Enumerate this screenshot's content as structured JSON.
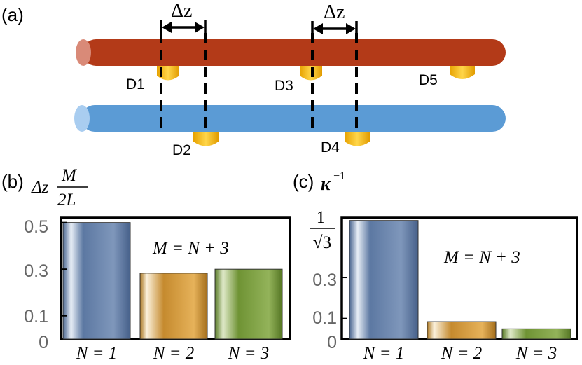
{
  "panel_a": {
    "label": "(a)",
    "delta_label": "Δz",
    "detectors": [
      "D1",
      "D2",
      "D3",
      "D4",
      "D5"
    ],
    "colors": {
      "top_fiber": "#b33a18",
      "top_cap": "#d98a78",
      "bottom_fiber": "#5b9bd5",
      "bottom_cap": "#a9cdf0",
      "detector": "#f2b500"
    }
  },
  "chart_data": [
    {
      "type": "bar",
      "panel_label": "(b)",
      "ylabel": "Δz M/2L",
      "annotation": "M = N + 3",
      "categories": [
        "N = 1",
        "N = 2",
        "N = 3"
      ],
      "values": [
        0.5,
        0.283,
        0.3
      ],
      "ylim": [
        0,
        0.52
      ],
      "yticks": [
        "0.5",
        "0.3",
        "0.1",
        "0"
      ],
      "bar_colors": [
        "#5f7ca6",
        "#d9a444",
        "#789b3c"
      ]
    },
    {
      "type": "bar",
      "panel_label": "(c)",
      "ylabel": "κ⁻¹",
      "annotation": "M = N + 3",
      "categories": [
        "N = 1",
        "N = 2",
        "N = 3"
      ],
      "values": [
        0.5774,
        0.085,
        0.05
      ],
      "ylim": [
        0,
        0.59
      ],
      "yticks": [
        "1/√3",
        "0.3",
        "0.1",
        "0"
      ],
      "bar_colors": [
        "#5f7ca6",
        "#d9a444",
        "#789b3c"
      ]
    }
  ]
}
